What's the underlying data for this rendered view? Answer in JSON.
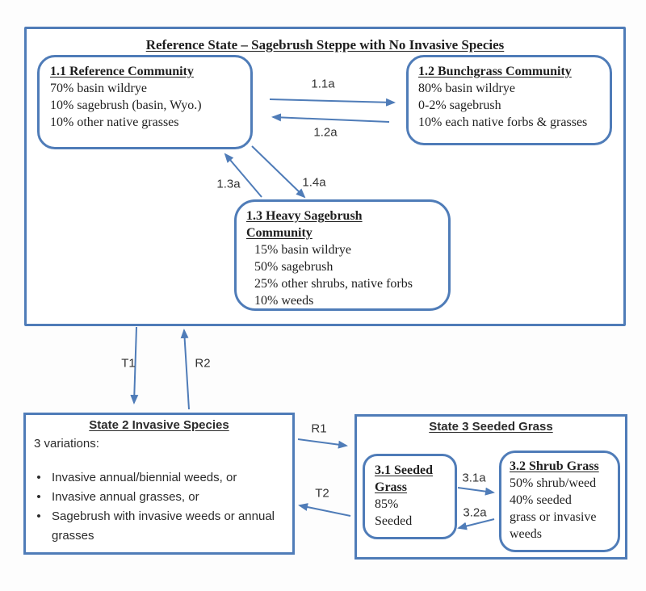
{
  "reference_state": {
    "title": "Reference State – Sagebrush Steppe with No Invasive Species",
    "box11": {
      "title": "1.1 Reference Community",
      "lines": [
        "70% basin wildrye",
        "10% sagebrush (basin, Wyo.)",
        "10% other native grasses"
      ]
    },
    "box12": {
      "title": "1.2 Bunchgrass Community",
      "lines": [
        "80% basin wildrye",
        "0-2% sagebrush",
        "10% each native forbs & grasses"
      ]
    },
    "box13": {
      "title_line1": "1.3 Heavy Sagebrush",
      "title_line2": "Community",
      "lines": [
        "15% basin wildrye",
        "50% sagebrush",
        "25% other shrubs, native forbs",
        "10% weeds"
      ]
    },
    "pathways": {
      "p11a": "1.1a",
      "p12a": "1.2a",
      "p13a": "1.3a",
      "p14a": "1.4a"
    }
  },
  "state2": {
    "title": "State 2 Invasive Species",
    "intro": "3 variations:",
    "bullet_glyph": "•",
    "bullets": [
      "Invasive annual/biennial weeds, or",
      "Invasive annual grasses, or",
      "Sagebrush with invasive weeds or annual grasses"
    ]
  },
  "state3": {
    "title": "State 3 Seeded Grass",
    "box31": {
      "title_line1": "3.1 Seeded",
      "title_line2": "Grass",
      "lines": [
        "85%",
        "Seeded"
      ]
    },
    "box32": {
      "title": "3.2 Shrub Grass",
      "lines": [
        "50% shrub/weed",
        "40% seeded",
        "grass or invasive",
        "weeds"
      ]
    },
    "pathways": {
      "p31a": "3.1a",
      "p32a": "3.2a"
    }
  },
  "transitions": {
    "t1": "T1",
    "r2": "R2",
    "r1": "R1",
    "t2": "T2"
  },
  "colors": {
    "line_blue": "#4f7cb8",
    "text_dark": "#1f1f1f"
  }
}
